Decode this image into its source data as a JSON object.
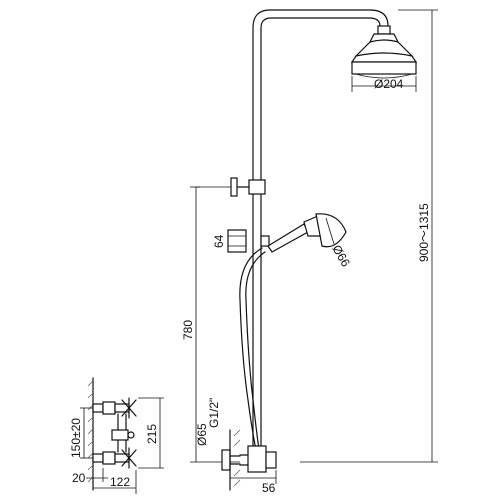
{
  "dimensions": {
    "head_diameter": "Ø204",
    "height_range": "900～1315",
    "holder_size": "64",
    "handshower_diameter": "Ø66",
    "riser_height": "780",
    "thread": "G1/2\"",
    "outlet_diameter": "Ø65",
    "outlet_depth": "56",
    "body_center_spacing": "150±20",
    "body_height": "215",
    "wall_offset": "20",
    "body_width": "122"
  }
}
